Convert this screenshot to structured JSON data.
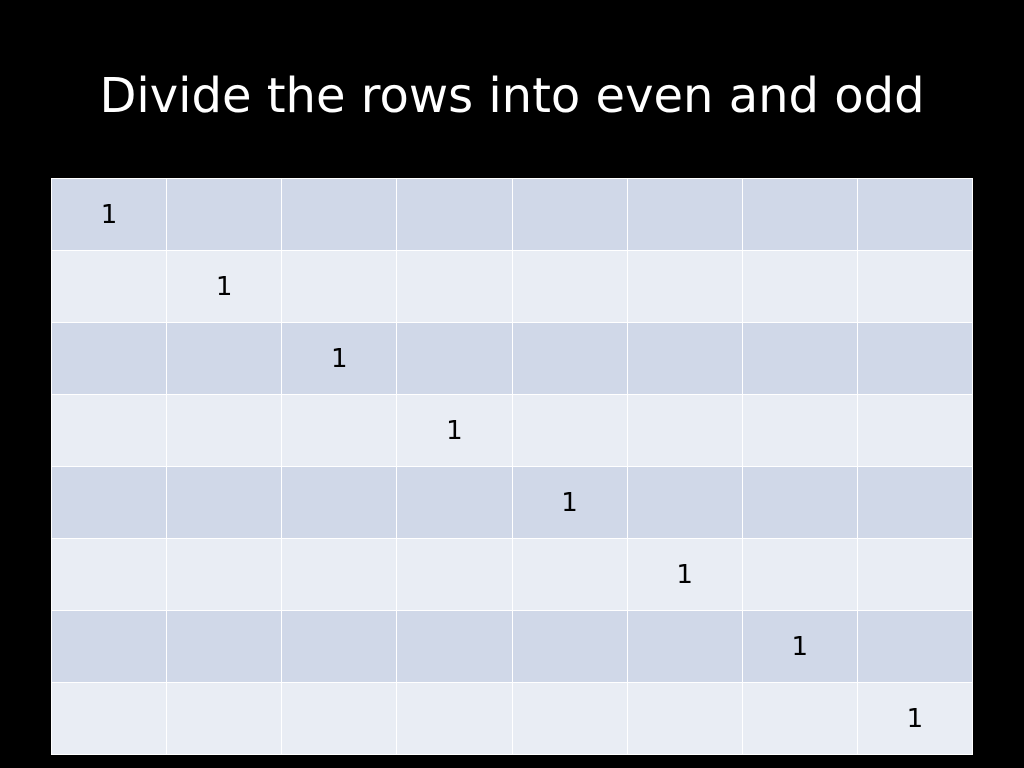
{
  "slide": {
    "title": "Divide the rows into even and odd"
  },
  "table": {
    "row_colors": [
      "#d0d8e8",
      "#e9edf4"
    ],
    "rows": [
      [
        "1",
        "",
        "",
        "",
        "",
        "",
        "",
        ""
      ],
      [
        "",
        "1",
        "",
        "",
        "",
        "",
        "",
        ""
      ],
      [
        "",
        "",
        "1",
        "",
        "",
        "",
        "",
        ""
      ],
      [
        "",
        "",
        "",
        "1",
        "",
        "",
        "",
        ""
      ],
      [
        "",
        "",
        "",
        "",
        "1",
        "",
        "",
        ""
      ],
      [
        "",
        "",
        "",
        "",
        "",
        "1",
        "",
        ""
      ],
      [
        "",
        "",
        "",
        "",
        "",
        "",
        "1",
        ""
      ],
      [
        "",
        "",
        "",
        "",
        "",
        "",
        "",
        "1"
      ]
    ]
  }
}
